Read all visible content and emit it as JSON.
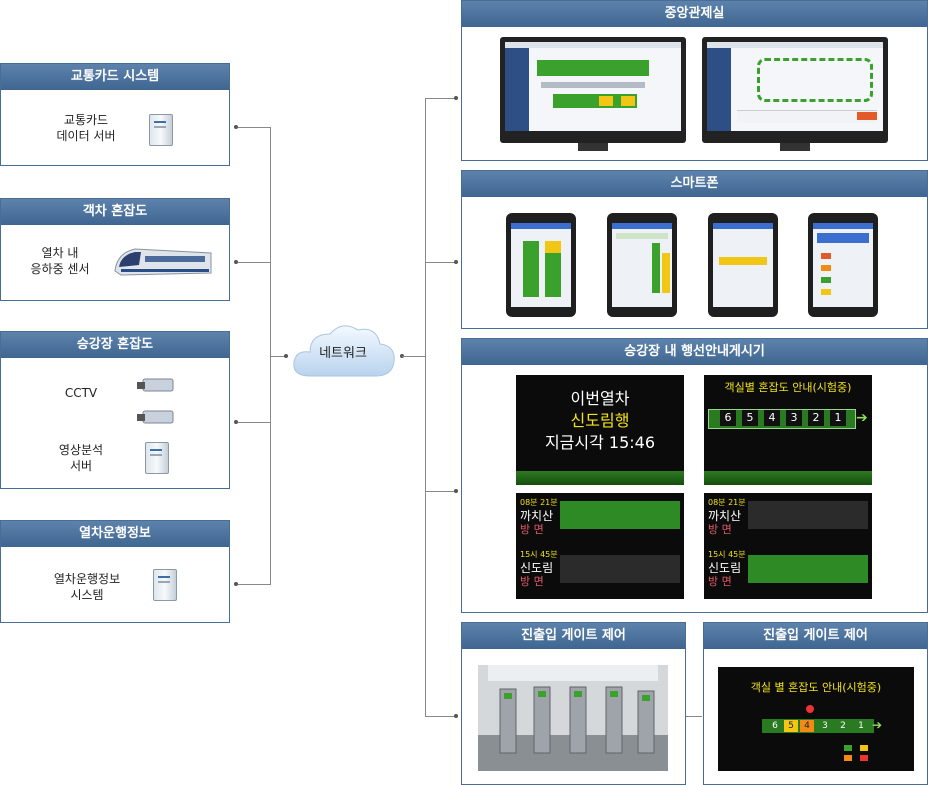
{
  "left_panels": [
    {
      "title": "교통카드 시스템",
      "label_line1": "교통카드",
      "label_line2": "데이터 서버",
      "icon": "server-icon"
    },
    {
      "title": "객차 혼잡도",
      "label_line1": "열차 내",
      "label_line2": "응하중 센서",
      "icon": "train-icon"
    },
    {
      "title": "승강장 혼잡도",
      "cctv_label": "CCTV",
      "label_line1": "영상분석",
      "label_line2": "서버",
      "icon": "cctv-icon"
    },
    {
      "title": "열차운행정보",
      "label_line1": "열차운행정보",
      "label_line2": "시스템",
      "icon": "server-icon"
    }
  ],
  "network_label": "네트워크",
  "right_panels": {
    "control_room": {
      "title": "중앙관제실"
    },
    "smartphone": {
      "title": "스마트폰"
    },
    "platform_sign": {
      "title": "승강장 내 행선안내게시기",
      "board1": {
        "line1": "이번열차",
        "line2": "신도림행",
        "line3": "지금시각 15:46"
      },
      "board2": {
        "title": "객실별 혼잡도 안내(시험중)",
        "cars": [
          "6",
          "5",
          "4",
          "3",
          "2",
          "1"
        ]
      },
      "board3": {
        "time": "08분 21분",
        "station": "까치산",
        "dir": "방 면",
        "time2": "15시 45분",
        "station2": "신도림",
        "dir2": "방 면"
      },
      "board4": {
        "time": "08분 21분",
        "station": "까치산",
        "dir": "방 면",
        "time2": "15시 45분",
        "station2": "신도림",
        "dir2": "방 면"
      }
    },
    "gate_photo": {
      "title": "진출입 게이트 제어"
    },
    "gate_display": {
      "title": "진출입 게이트 제어",
      "screen_title": "객실 별 혼잡도 안내(시험중)",
      "cars": [
        "6",
        "5",
        "4",
        "3",
        "2",
        "1"
      ]
    }
  },
  "colors": {
    "header": "#4a6f99",
    "border": "#4a6d96",
    "green": "#3a9b2b",
    "yellow": "#f2c614",
    "orange": "#f28a14"
  }
}
